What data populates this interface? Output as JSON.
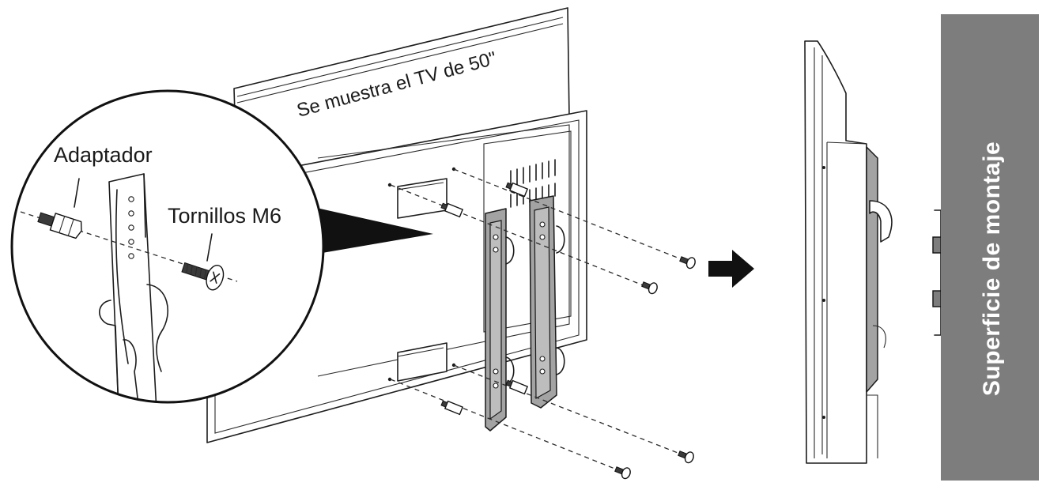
{
  "labels": {
    "tv_caption": "Se muestra el TV de 50\"",
    "adapter": "Adaptador",
    "screws": "Tornillos M6",
    "mounting_surface": "Superficie de montaje"
  },
  "icons": {
    "arrow": "right-arrow-icon"
  },
  "colors": {
    "wall_panel": "#7d7d7d",
    "bracket": "#a3a3a3",
    "line": "#1c1c1c"
  }
}
